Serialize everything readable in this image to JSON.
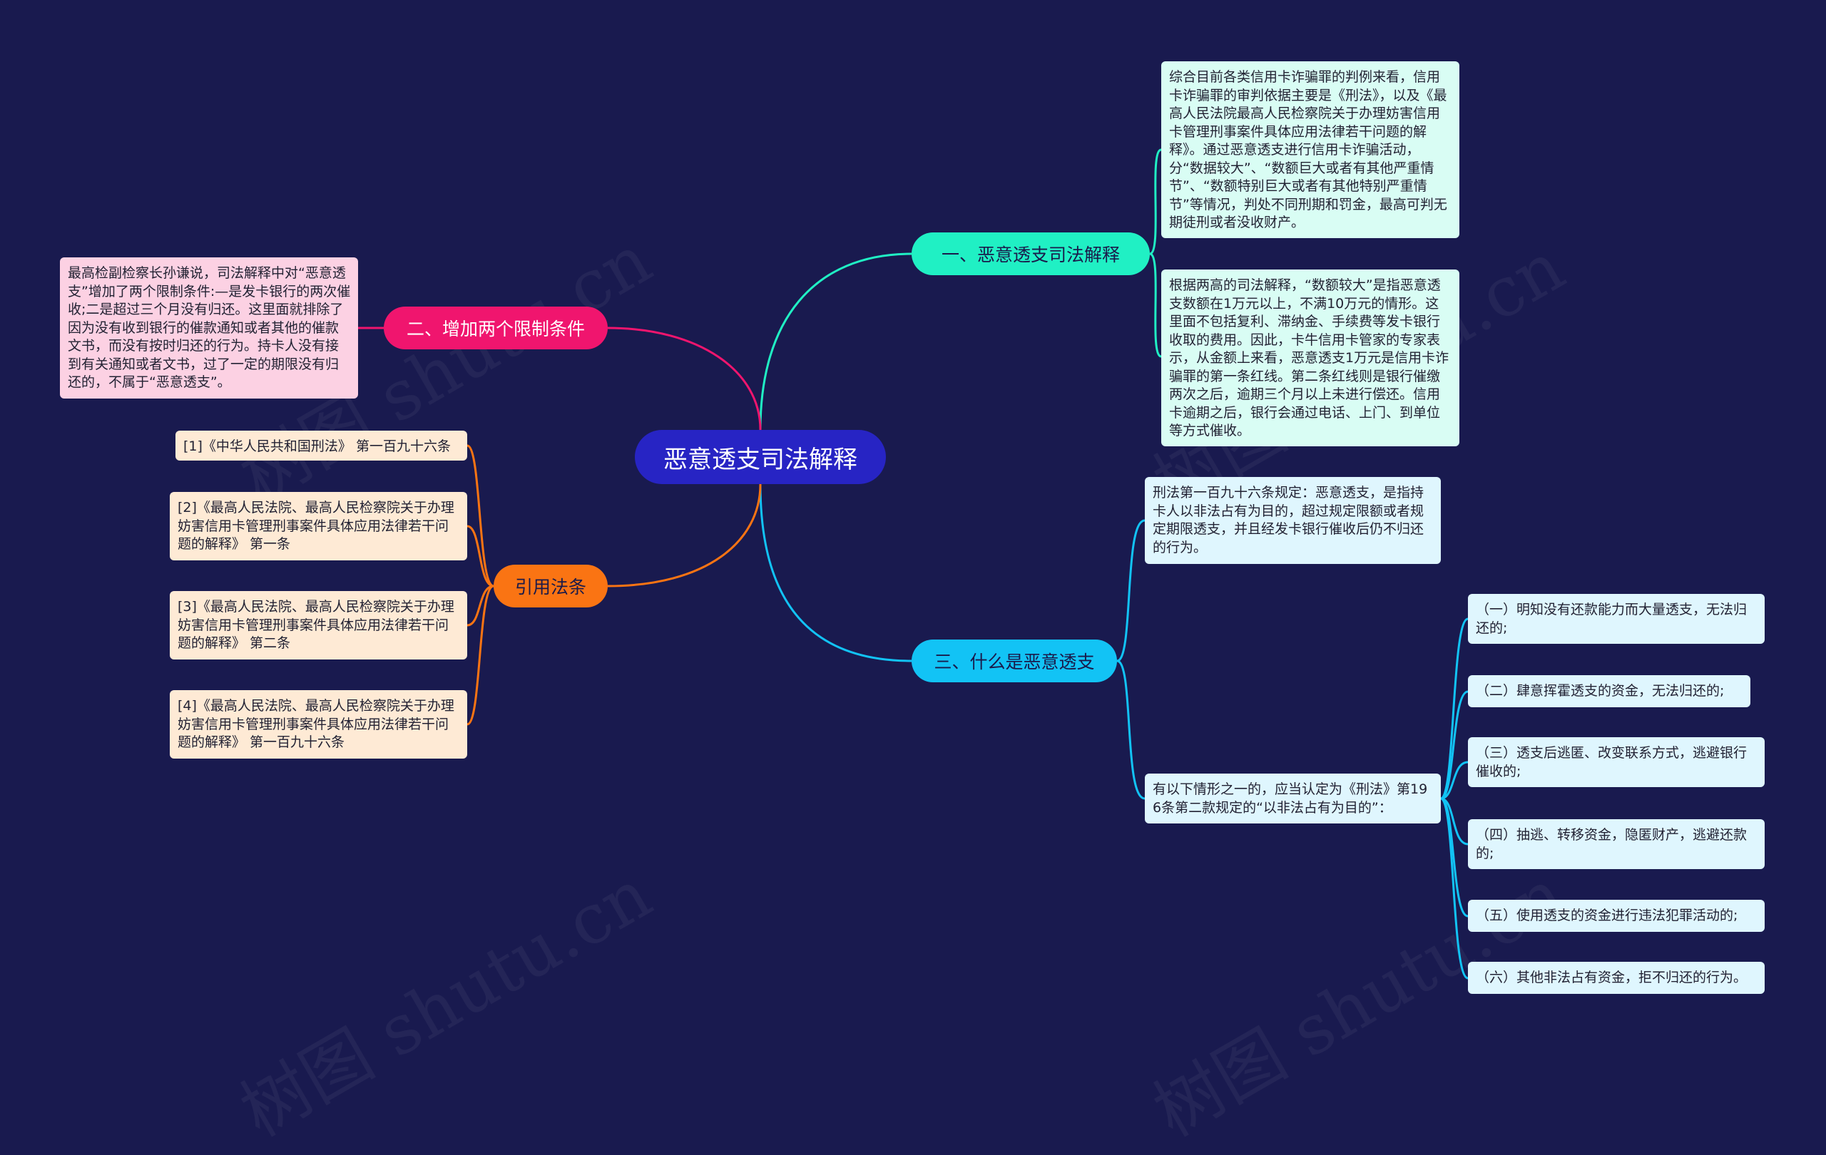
{
  "root": "恶意透支司法解释",
  "watermark": "树图 shutu.cn",
  "branches": {
    "b1": {
      "label": "一、恶意透支司法解释",
      "color": "#20f0c4",
      "items": [
        "综合目前各类信用卡诈骗罪的判例来看，信用卡诈骗罪的审判依据主要是《刑法》，以及《最高人民法院最高人民检察院关于办理妨害信用卡管理刑事案件具体应用法律若干问题的解释》。通过恶意透支进行信用卡诈骗活动，分“数据较大”、“数额巨大或者有其他严重情节”、“数额特别巨大或者有其他特别严重情节”等情况，判处不同刑期和罚金，最高可判无期徒刑或者没收财产。",
        "根据两高的司法解释，“数额较大”是指恶意透支数额在1万元以上，不满10万元的情形。这里面不包括复利、滞纳金、手续费等发卡银行收取的费用。因此，卡牛信用卡管家的专家表示，从金额上来看，恶意透支1万元是信用卡诈骗罪的第一条红线。第二条红线则是银行催缴两次之后，逾期三个月以上未进行偿还。信用卡逾期之后，银行会通过电话、上门、到单位等方式催收。"
      ]
    },
    "b2": {
      "label": "二、增加两个限制条件",
      "color": "#f0156e",
      "items": [
        "最高检副检察长孙谦说，司法解释中对“恶意透支”增加了两个限制条件:—是发卡银行的两次催收;二是超过三个月没有归还。这里面就排除了因为没有收到银行的催款通知或者其他的催款文书，而没有按时归还的行为。持卡人没有接到有关通知或者文书，过了一定的期限没有归还的，不属于“恶意透支”。"
      ]
    },
    "b3": {
      "label": "三、什么是恶意透支",
      "color": "#12c3f5",
      "items": [
        "刑法第一百九十六条规定：恶意透支，是指持卡人以非法占有为目的，超过规定限额或者规定期限透支，并且经发卡银行催收后仍不归还的行为。",
        "有以下情形之一的，应当认定为《刑法》第196条第二款规定的“以非法占有为目的”："
      ],
      "subitems": [
        "（一）明知没有还款能力而大量透支，无法归还的;",
        "（二）肆意挥霍透支的资金，无法归还的;",
        "（三）透支后逃匿、改变联系方式，逃避银行催收的;",
        "（四）抽逃、转移资金，隐匿财产，逃避还款的;",
        "（五）使用透支的资金进行违法犯罪活动的;",
        "（六）其他非法占有资金，拒不归还的行为。"
      ]
    },
    "b4": {
      "label": "引用法条",
      "color": "#fa7413",
      "items": [
        "[1]《中华人民共和国刑法》 第一百九十六条",
        "[2]《最高人民法院、最高人民检察院关于办理妨害信用卡管理刑事案件具体应用法律若干问题的解释》 第一条",
        "[3]《最高人民法院、最高人民检察院关于办理妨害信用卡管理刑事案件具体应用法律若干问题的解释》 第二条",
        "[4]《最高人民法院、最高人民检察院关于办理妨害信用卡管理刑事案件具体应用法律若干问题的解释》 第一百九十六条"
      ]
    }
  }
}
